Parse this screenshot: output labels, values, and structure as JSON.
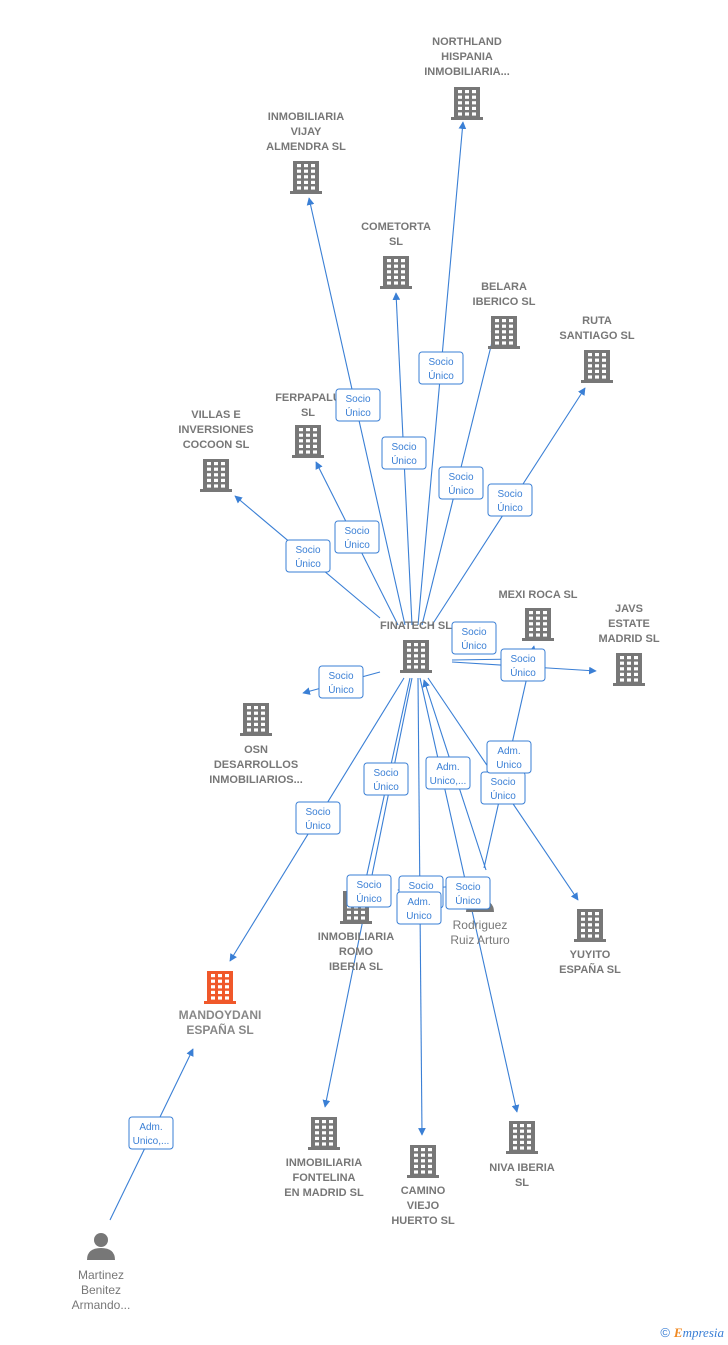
{
  "colors": {
    "edge": "#3a7fd5",
    "company": "#777777",
    "focus": "#f0582a",
    "person": "#777777"
  },
  "nodes": [
    {
      "id": "northland",
      "kind": "company",
      "lines": [
        "NORTHLAND",
        "HISPANIA",
        "INMOBILIARIA..."
      ]
    },
    {
      "id": "vijay",
      "kind": "company",
      "lines": [
        "INMOBILIARIA",
        "VIJAY",
        "ALMENDRA  SL"
      ]
    },
    {
      "id": "cometorta",
      "kind": "company",
      "lines": [
        "COMETORTA",
        "SL"
      ]
    },
    {
      "id": "belara",
      "kind": "company",
      "lines": [
        "BELARA",
        "IBERICO  SL"
      ]
    },
    {
      "id": "ruta",
      "kind": "company",
      "lines": [
        "RUTA",
        "SANTIAGO  SL"
      ]
    },
    {
      "id": "ferpapalu",
      "kind": "company",
      "lines": [
        "FERPAPALU",
        "SL"
      ]
    },
    {
      "id": "villas",
      "kind": "company",
      "lines": [
        "VILLAS E",
        "INVERSIONES",
        "COCOON  SL"
      ]
    },
    {
      "id": "finatech",
      "kind": "company",
      "lines": [
        "FINATECH SL"
      ]
    },
    {
      "id": "mexi",
      "kind": "company",
      "lines": [
        "MEXI ROCA  SL"
      ]
    },
    {
      "id": "javs",
      "kind": "company",
      "lines": [
        "JAVS",
        "ESTATE",
        "MADRID  SL"
      ]
    },
    {
      "id": "osn",
      "kind": "company",
      "lines": [
        "OSN",
        "DESARROLLOS",
        "INMOBILIARIOS..."
      ]
    },
    {
      "id": "romo",
      "kind": "company",
      "lines": [
        "INMOBILIARIA",
        "ROMO",
        "IBERIA  SL"
      ]
    },
    {
      "id": "rodriguez",
      "kind": "person",
      "lines": [
        "Rodriguez",
        "Ruiz Arturo"
      ]
    },
    {
      "id": "yuyito",
      "kind": "company",
      "lines": [
        "YUYITO",
        "ESPAÑA  SL"
      ]
    },
    {
      "id": "mandoydani",
      "kind": "focus",
      "lines": [
        "MANDOYDANI",
        "ESPAÑA  SL"
      ]
    },
    {
      "id": "fontelina",
      "kind": "company",
      "lines": [
        "INMOBILIARIA",
        "FONTELINA",
        "EN MADRID  SL"
      ]
    },
    {
      "id": "camino",
      "kind": "company",
      "lines": [
        "CAMINO",
        "VIEJO",
        "HUERTO  SL"
      ]
    },
    {
      "id": "niva",
      "kind": "company",
      "lines": [
        "NIVA IBERIA",
        "SL"
      ]
    },
    {
      "id": "martinez",
      "kind": "person",
      "lines": [
        "Martinez",
        "Benitez",
        "Armando..."
      ]
    }
  ],
  "edges": [
    {
      "from": "finatech",
      "to": "northland",
      "lines": [
        "Socio",
        "Único"
      ]
    },
    {
      "from": "finatech",
      "to": "vijay",
      "lines": [
        "Socio",
        "Único"
      ]
    },
    {
      "from": "finatech",
      "to": "cometorta",
      "lines": [
        "Socio",
        "Único"
      ]
    },
    {
      "from": "finatech",
      "to": "belara",
      "lines": [
        "Socio",
        "Único"
      ]
    },
    {
      "from": "finatech",
      "to": "ruta",
      "lines": [
        "Socio",
        "Único"
      ]
    },
    {
      "from": "finatech",
      "to": "ferpapalu",
      "lines": [
        "Socio",
        "Único"
      ]
    },
    {
      "from": "finatech",
      "to": "villas",
      "lines": [
        "Socio",
        "Único"
      ]
    },
    {
      "from": "finatech",
      "to": "javs",
      "lines": [
        "Socio",
        "Único"
      ]
    },
    {
      "from": "finatech",
      "to": "mexi",
      "lines": [
        "Socio",
        "Único"
      ]
    },
    {
      "from": "finatech",
      "to": "osn",
      "lines": [
        "Socio",
        "Único"
      ]
    },
    {
      "from": "finatech",
      "to": "mandoydani",
      "lines": [
        "Socio",
        "Único"
      ]
    },
    {
      "from": "finatech",
      "to": "romo",
      "lines": [
        "Socio",
        "Único"
      ]
    },
    {
      "from": "rodriguez",
      "to": "finatech",
      "lines": [
        "Adm.",
        "Unico,..."
      ]
    },
    {
      "from": "finatech",
      "to": "yuyito",
      "lines": [
        "Socio",
        "Único"
      ]
    },
    {
      "from": "rodriguez",
      "to": "mexi",
      "lines": [
        "Adm.",
        "Unico"
      ]
    },
    {
      "from": "finatech",
      "to": "fontelina",
      "lines": [
        "Socio",
        "Único"
      ]
    },
    {
      "from": "finatech",
      "to": "camino",
      "lines": [
        "Socio",
        "Único"
      ]
    },
    {
      "from": "rodriguez",
      "to": "romo",
      "lines": [
        "Adm.",
        "Unico"
      ]
    },
    {
      "from": "finatech",
      "to": "niva",
      "lines": [
        "Socio",
        "Único"
      ]
    },
    {
      "from": "martinez",
      "to": "mandoydani",
      "lines": [
        "Adm.",
        "Unico,..."
      ]
    }
  ],
  "brand": {
    "copyright": "©",
    "name_initial": "E",
    "name_rest": "mpresia"
  }
}
